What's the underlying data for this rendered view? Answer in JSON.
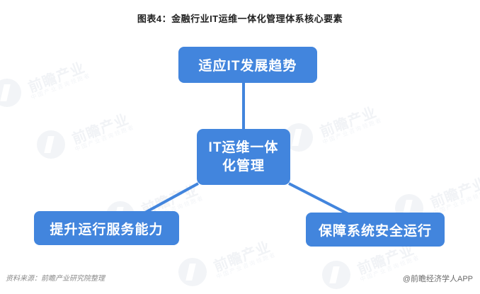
{
  "title": "图表4：金融行业IT运维一体化管理体系核心要素",
  "diagram": {
    "type": "hub-and-spoke",
    "accent_color": "#4285dd",
    "node_text_color": "#ffffff",
    "connector_color": "#4285dd",
    "center": {
      "id": "center",
      "label": "IT运维一体化管理",
      "line1": "IT运维一体",
      "line2": "化管理"
    },
    "spokes": [
      {
        "id": "top",
        "label": "适应IT发展趋势",
        "position": "top"
      },
      {
        "id": "left",
        "label": "提升运行服务能力",
        "position": "bottom-left"
      },
      {
        "id": "right",
        "label": "保障系统安全运行",
        "position": "bottom-right"
      }
    ],
    "connections": [
      {
        "from": "center",
        "to": "top"
      },
      {
        "from": "center",
        "to": "left"
      },
      {
        "from": "center",
        "to": "right"
      }
    ]
  },
  "footer": {
    "source": "资料来源：前瞻产业研究院整理",
    "brand": "@前瞻经济学人APP"
  },
  "watermark": {
    "text": "前瞻产业",
    "subtext": "中国产业咨询领跑者"
  }
}
